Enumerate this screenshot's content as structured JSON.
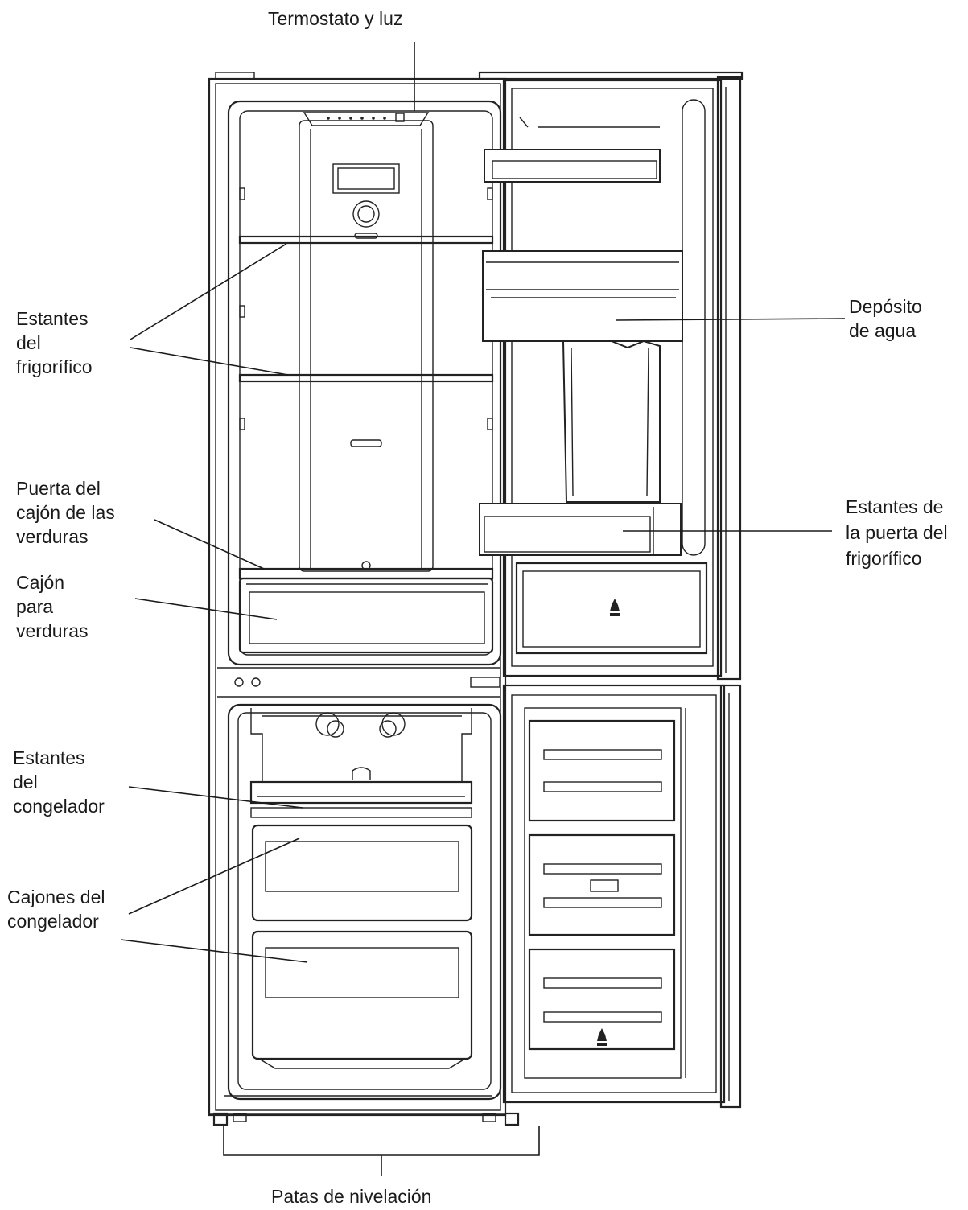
{
  "labels": {
    "thermostat": [
      "Termostato y luz"
    ],
    "fridge_shelves": [
      "Estantes",
      "del",
      "frigorífico"
    ],
    "crisper_door": [
      "Puerta del",
      "cajón de las",
      "verduras"
    ],
    "crisper": [
      "Cajón",
      "para",
      "verduras"
    ],
    "freezer_shelves": [
      "Estantes",
      "del",
      "congelador"
    ],
    "freezer_drawers": [
      "Cajones del",
      "congelador"
    ],
    "water_tank": [
      "Depósito",
      "de agua"
    ],
    "door_shelves": [
      "Estantes de",
      "la puerta del",
      "frigorífico"
    ],
    "leveling_feet": [
      "Patas de nivelación"
    ]
  },
  "colors": {
    "line": "#1a1a1a",
    "background": "#ffffff"
  }
}
